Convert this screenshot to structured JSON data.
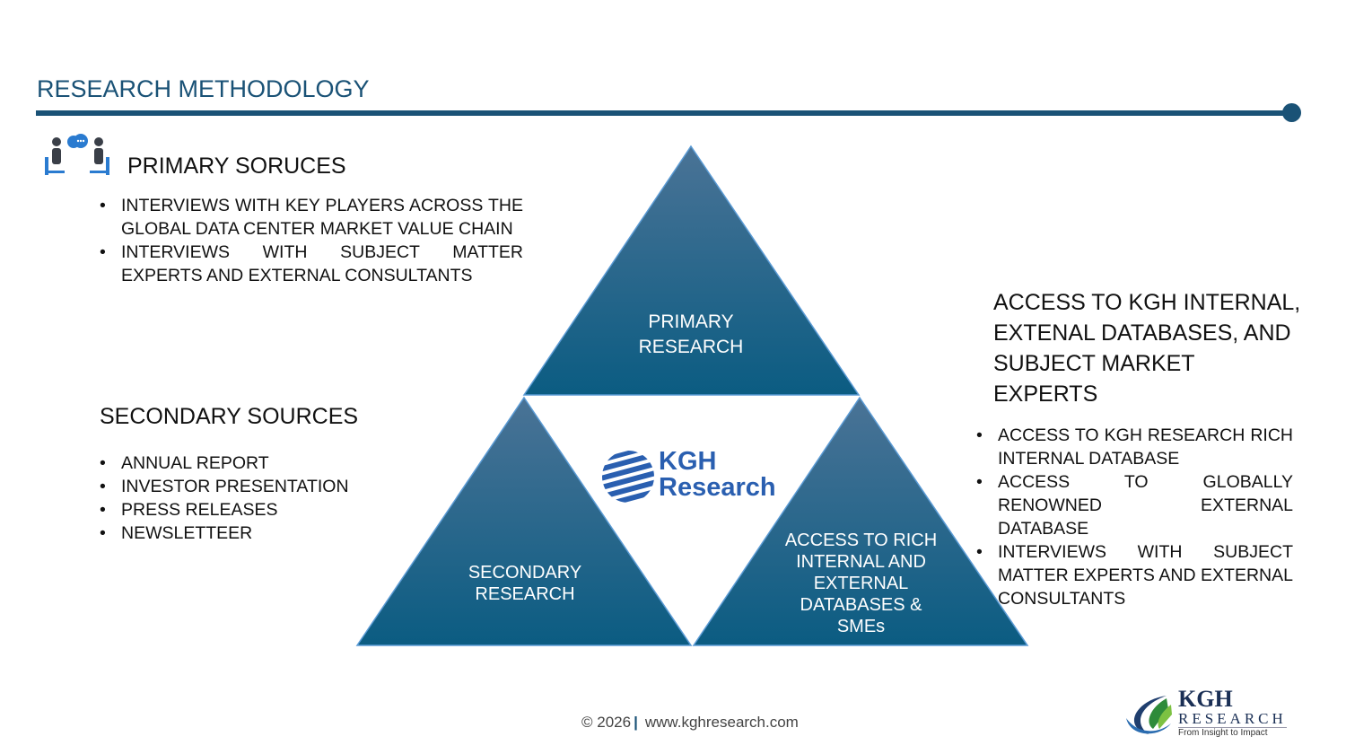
{
  "header": {
    "title": "RESEARCH METHODOLOGY"
  },
  "primary": {
    "heading": "PRIMARY SORUCES",
    "items": [
      "INTERVIEWS WITH KEY PLAYERS ACROSS THE GLOBAL DATA CENTER MARKET VALUE CHAIN",
      "INTERVIEWS WITH SUBJECT MATTER EXPERTS AND EXTERNAL CONSULTANTS"
    ]
  },
  "secondary": {
    "heading": "SECONDARY SOURCES",
    "items": [
      "ANNUAL REPORT",
      "INVESTOR PRESENTATION",
      "PRESS RELEASES",
      "NEWSLETTEER"
    ]
  },
  "access": {
    "heading": "ACCESS TO KGH INTERNAL, EXTENAL DATABASES, AND SUBJECT MARKET EXPERTS",
    "items": [
      "ACCESS TO KGH RESEARCH RICH INTERNAL DATABASE",
      "ACCESS TO GLOBALLY RENOWNED EXTERNAL DATABASE",
      "INTERVIEWS WITH SUBJECT MATTER EXPERTS AND EXTERNAL CONSULTANTS"
    ]
  },
  "triangles": {
    "top": "PRIMARY RESEARCH",
    "left": "SECONDARY RESEARCH",
    "right": "ACCESS TO RICH INTERNAL AND EXTERNAL DATABASES & SMEs"
  },
  "center_logo": {
    "line1": "KGH",
    "line2": "Research"
  },
  "footer": {
    "copyright": "© 2026",
    "website": "www.kghresearch.com"
  },
  "brand_logo": {
    "name": "KGH",
    "sub": "RESEARCH",
    "tagline": "From Insight to Impact"
  },
  "colors": {
    "primary": "#1a5276",
    "triangle_top": "#4a7396",
    "triangle_bottom": "#0b5c82",
    "logo_blue": "#2a5fb0"
  }
}
